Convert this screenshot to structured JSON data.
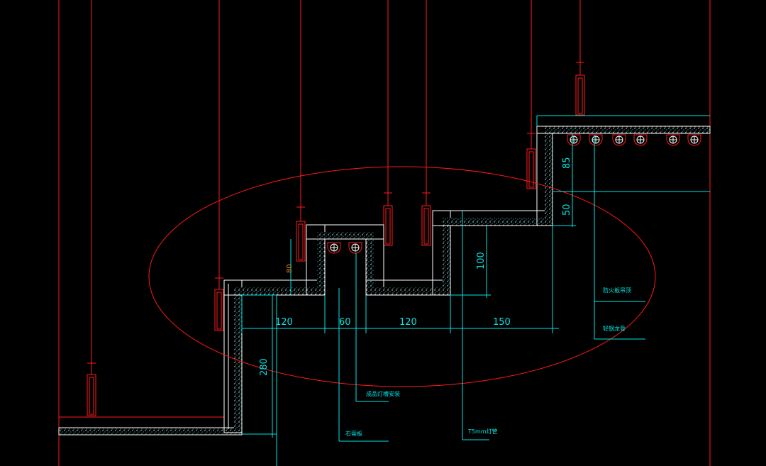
{
  "dimensions": {
    "d120_left": "120",
    "d60": "60",
    "d120_mid": "120",
    "d150": "150",
    "d280": "280",
    "d100": "100",
    "d80": "80",
    "d85": "85",
    "d50": "50"
  },
  "annotations": {
    "note_right_upper": "防火板吊顶",
    "note_right_lower": "轻钢龙骨",
    "note_mid": "成品灯槽安装",
    "note_bottom_left": "石膏板",
    "note_bottom_right": "T5mm灯管"
  },
  "colors": {
    "background": "#000000",
    "outline_red": "#ff1a1a",
    "dimension_cyan": "#00e5e5",
    "section_white": "#ffffff"
  }
}
